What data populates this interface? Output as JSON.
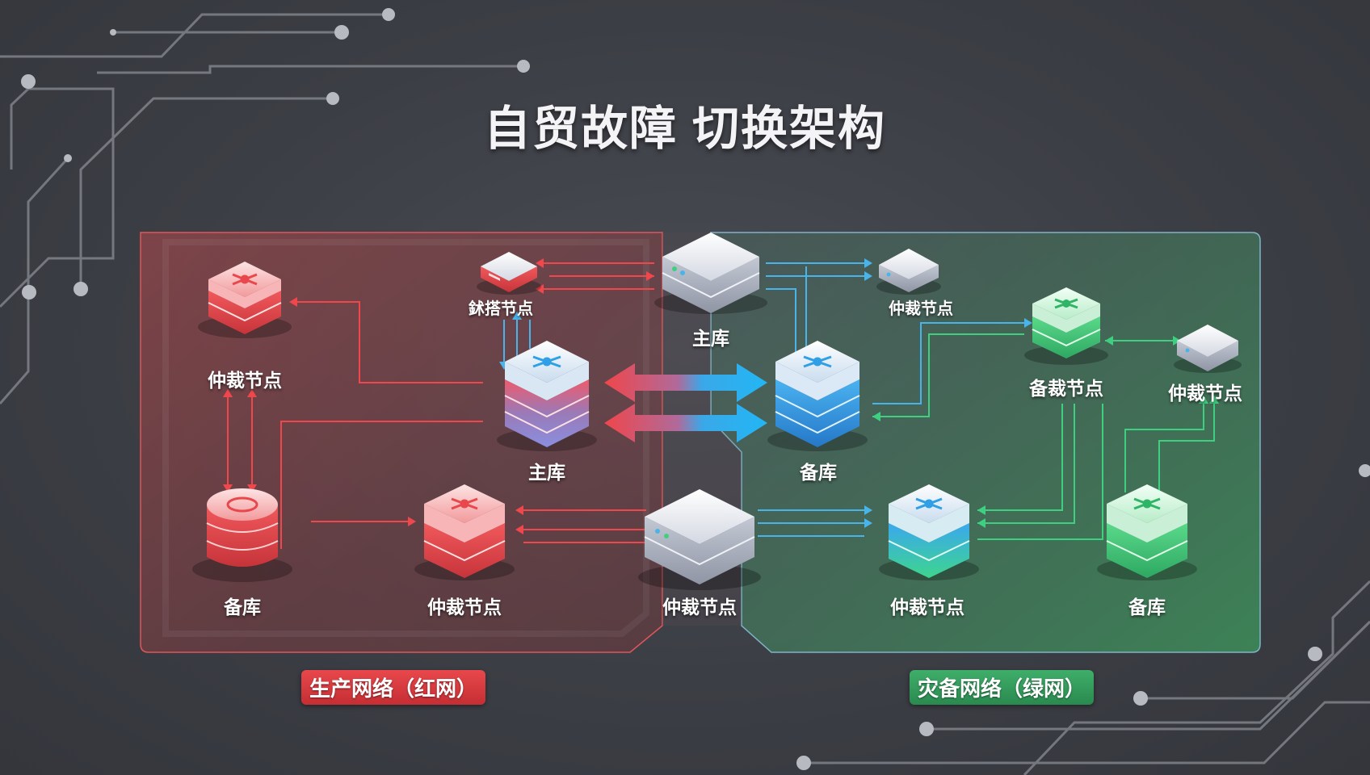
{
  "title": "自贸故障 切换架构",
  "networks": {
    "production": "生产网络（红网）",
    "disaster": "灾备网络（绿网）"
  },
  "nodes": {
    "red_arbiter": "仲裁节点",
    "red_backup": "备库",
    "red_mid_arbiter": "仲裁节点",
    "red_primary": "主库",
    "top_left_node": "鉥搭节点",
    "top_primary": "主库",
    "top_right_arbiter": "仲裁节点",
    "center_backup": "备库",
    "bottom_center_arbiter": "仲裁节点",
    "green_mid_arbiter": "仲裁节点",
    "green_backup": "备库",
    "green_backup_arbiter": "备裁节点",
    "far_right_arbiter": "仲裁节点"
  },
  "colors": {
    "red": "#e8484c",
    "blue": "#2fb4f0",
    "green": "#3cc77a"
  },
  "icons": {
    "server_rack": "server-rack-icon",
    "database": "database-icon",
    "network_hub": "network-hub-icon"
  }
}
